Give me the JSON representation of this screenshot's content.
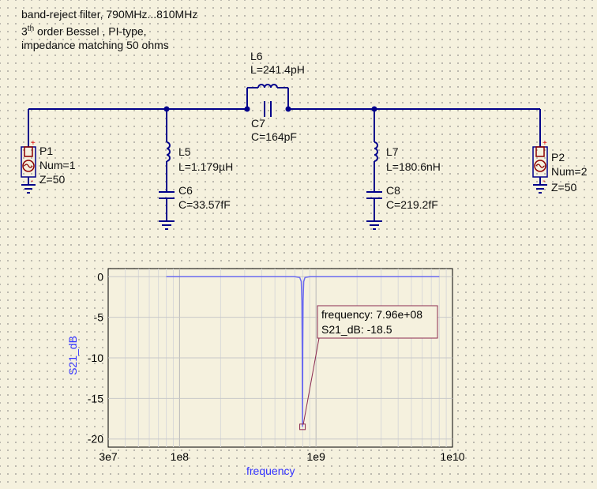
{
  "title": {
    "line1": "band-reject filter, 790MHz...810MHz",
    "line2_num": "3",
    "line2_sup": "th",
    "line2_rest": " order Bessel , PI-type,",
    "line3": "impedance matching 50 ohms"
  },
  "components": {
    "L6": {
      "name": "L6",
      "value": "L=241.4pH"
    },
    "C7": {
      "name": "C7",
      "value": "C=164pF"
    },
    "L5": {
      "name": "L5",
      "value": "L=1.179µH"
    },
    "C6": {
      "name": "C6",
      "value": "C=33.57fF"
    },
    "L7": {
      "name": "L7",
      "value": "L=180.6nH"
    },
    "C8": {
      "name": "C8",
      "value": "C=219.2fF"
    },
    "P1": {
      "name": "P1",
      "num": "Num=1",
      "z": "Z=50"
    },
    "P2": {
      "name": "P2",
      "num": "Num=2",
      "z": "Z=50"
    }
  },
  "chart_data": {
    "type": "line",
    "xlabel": "frequency",
    "ylabel": "S21_dB",
    "xscale": "log",
    "xlim": [
      30000000,
      10000000000
    ],
    "ylim": [
      -21,
      1
    ],
    "x_ticks": [
      {
        "v": 30000000,
        "label": "3e7"
      },
      {
        "v": 100000000,
        "label": "1e8"
      },
      {
        "v": 1000000000,
        "label": "1e9"
      },
      {
        "v": 10000000000,
        "label": "1e10"
      }
    ],
    "y_ticks": [
      {
        "v": 0,
        "label": "0"
      },
      {
        "v": -5,
        "label": "-5"
      },
      {
        "v": -10,
        "label": "-10"
      },
      {
        "v": -15,
        "label": "-15"
      },
      {
        "v": -20,
        "label": "-20"
      }
    ],
    "series": [
      {
        "color": "#6a6af0",
        "points": [
          [
            80000000,
            0
          ],
          [
            700000000,
            0
          ],
          [
            760000000,
            -0.1
          ],
          [
            780000000,
            -0.6
          ],
          [
            788000000,
            -3
          ],
          [
            792000000,
            -9
          ],
          [
            796000000,
            -18.5
          ],
          [
            800000000,
            -9
          ],
          [
            804000000,
            -3
          ],
          [
            812000000,
            -0.6
          ],
          [
            830000000,
            -0.1
          ],
          [
            900000000,
            0
          ],
          [
            8000000000,
            0
          ]
        ]
      }
    ],
    "marker": {
      "x": 796000000,
      "y": -18.5,
      "line1": "frequency: 7.96e+08",
      "line2": "S21_dB: -18.5"
    },
    "grid": true
  }
}
